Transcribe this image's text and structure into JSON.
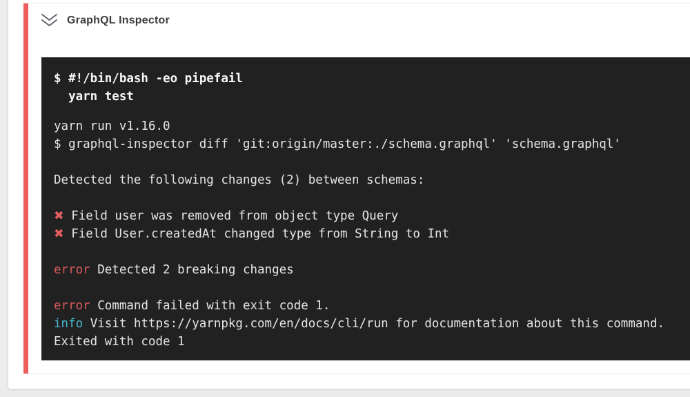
{
  "colors": {
    "fail_red_bar": "#ee5c5b",
    "terminal_bg": "#212121",
    "terminal_fg": "#e6e6e6",
    "bold_cmd_fg": "#f7f7f7",
    "x": "#e25f5f",
    "err": "#d75b5b",
    "info": "#49b8d2",
    "page_bg": "#ececec",
    "card_bg": "#ffffff"
  },
  "header": {
    "title": "GraphQL Inspector",
    "collapse_icon": "chevron-double-down-icon"
  },
  "terminal": {
    "command_lines": [
      "$ #!/bin/bash -eo pipefail",
      "  yarn test"
    ],
    "output_lines": [
      [
        {
          "t": "yarn run v1.16.0"
        }
      ],
      [
        {
          "t": "$ graphql-inspector diff 'git:origin/master:./schema.graphql' 'schema.graphql'"
        }
      ],
      [],
      [
        {
          "t": "Detected the following changes (2) between schemas:"
        }
      ],
      [],
      [
        {
          "t": "✖",
          "c": "x"
        },
        {
          "t": " Field user was removed from object type Query"
        }
      ],
      [
        {
          "t": "✖",
          "c": "x"
        },
        {
          "t": " Field User.createdAt changed type from String to Int"
        }
      ],
      [],
      [
        {
          "t": "error",
          "c": "err"
        },
        {
          "t": " Detected 2 breaking changes"
        }
      ],
      [],
      [
        {
          "t": "error",
          "c": "err"
        },
        {
          "t": " Command failed with exit code 1."
        }
      ],
      [
        {
          "t": "info",
          "c": "info"
        },
        {
          "t": " Visit https://yarnpkg.com/en/docs/cli/run for documentation about this command."
        }
      ],
      [
        {
          "t": "Exited with code 1"
        }
      ]
    ]
  }
}
